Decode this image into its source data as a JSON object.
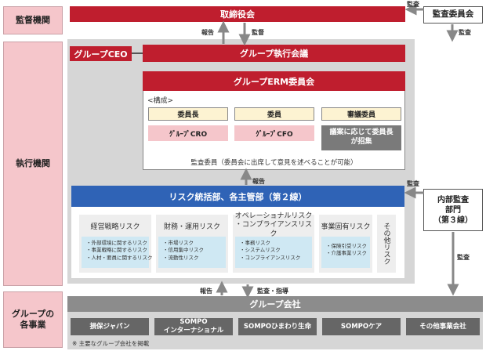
{
  "categories": {
    "supervisory": "監督機関",
    "executive": "執行機関",
    "group_business": "グループの\n各事業"
  },
  "board": "取締役会",
  "audit_committee": "監査委員会",
  "group_ceo": "グループCEO",
  "exec_council": "グループ執行会議",
  "erm": {
    "title": "グループERM委員会",
    "composition_label": "<構成>",
    "roles": [
      "委員長",
      "委員",
      "審議委員"
    ],
    "members": [
      "ｸﾞﾙｰﾌﾟCRO",
      "ｸﾞﾙｰﾌﾟCFO"
    ],
    "deliberation_note": "議案に応じて委員長\nが招集",
    "audit_note": "監査委員（委員会に出席して意見を述べることが可能）"
  },
  "risk_dept": {
    "title": "リスク統括部、各主管部（第２線）",
    "cards": [
      {
        "title": "経営戦略リスク",
        "items": [
          "・外部環境に関するリスク",
          "・事業戦略に関するリスク",
          "・人材・要員に関するリスク"
        ]
      },
      {
        "title": "財務・運用リスク",
        "items": [
          "・市場リスク",
          "・信用集中リスク",
          "・流動性リスク"
        ]
      },
      {
        "title": "オペレーショナルリスク\n・コンプライアンスリスク",
        "items": [
          "・事務リスク",
          "・システムリスク",
          "・コンプライアンスリスク"
        ]
      },
      {
        "title": "事業固有リスク",
        "items": [
          "・保険引受リスク",
          "・介護事業リスク"
        ]
      }
    ],
    "other": "その他リスク"
  },
  "internal_audit": "内部監査\n部門\n（第３線）",
  "group_companies": {
    "title": "グループ会社",
    "companies": [
      "損保ジャパン",
      "SOMPO\nインターナショナル",
      "SOMPOひまわり生命",
      "SOMPOケア",
      "その他事業会社"
    ],
    "note": "※ 主要なグループ会社を掲載"
  },
  "arrow_labels": {
    "report": "報告",
    "supervise": "監督",
    "audit": "監査",
    "audit_guidance": "監査・指導"
  },
  "colors": {
    "red": "#bf1e2e",
    "blue": "#2f63b6",
    "pink": "#f5c6cb",
    "panel_grey": "#d6d6d6",
    "dark_grey": "#8c8c8c"
  }
}
